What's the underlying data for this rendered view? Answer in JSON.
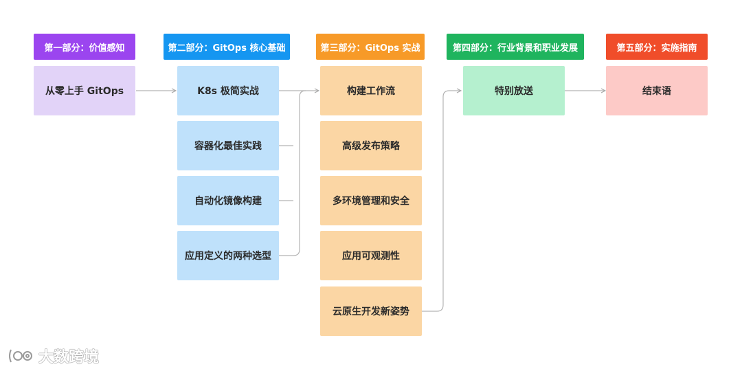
{
  "headers": {
    "p1": "第一部分：价值感知",
    "p2": "第二部分：GitOps 核心基础",
    "p3": "第三部分：GitOps 实战",
    "p4": "第四部分：行业背景和职业发展",
    "p5": "第五部分：实施指南"
  },
  "header_colors": {
    "p1": "#9b45ef",
    "p2": "#1596f1",
    "p3": "#f79a28",
    "p4": "#1fb45e",
    "p5": "#f04d2a"
  },
  "part1": [
    "从零上手 GitOps"
  ],
  "part2": [
    "K8s 极简实战",
    "容器化最佳实践",
    "自动化镜像构建",
    "应用定义的两种选型"
  ],
  "part3": [
    "构建工作流",
    "高级发布策略",
    "多环境管理和安全",
    "应用可观测性",
    "云原生开发新姿势"
  ],
  "part4": [
    "特别放送"
  ],
  "part5": [
    "结束语"
  ],
  "watermark": "大数跨境"
}
